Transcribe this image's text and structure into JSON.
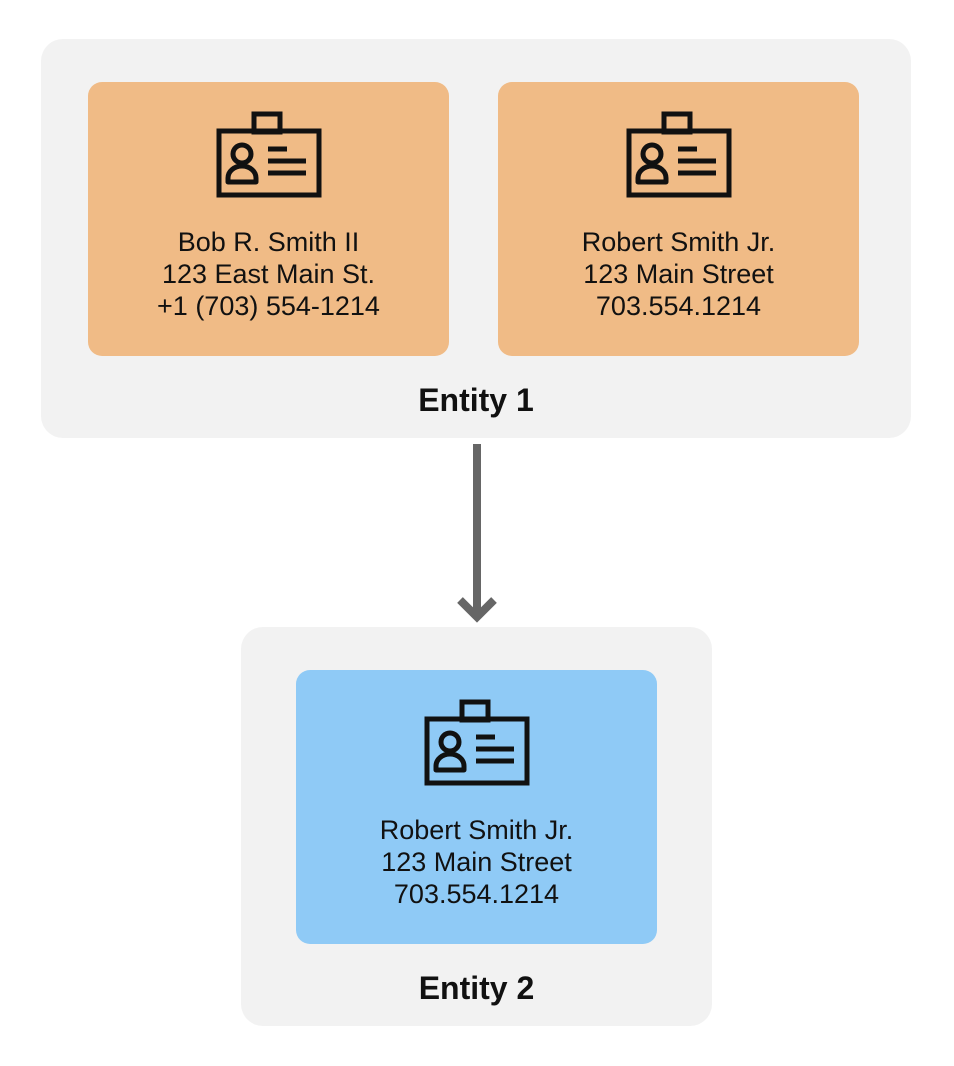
{
  "entities": [
    {
      "label": "Entity 1",
      "records": [
        {
          "name": "Bob R. Smith II",
          "address": "123 East Main St.",
          "phone": "+1 (703) 554-1214"
        },
        {
          "name": "Robert Smith Jr.",
          "address": "123 Main Street",
          "phone": "703.554.1214"
        }
      ]
    },
    {
      "label": "Entity 2",
      "records": [
        {
          "name": "Robert Smith Jr.",
          "address": "123 Main Street",
          "phone": "703.554.1214"
        }
      ]
    }
  ],
  "colors": {
    "group_background": "#f2f2f2",
    "source_record": "#f0bb86",
    "resolved_record": "#8fcaf6",
    "arrow": "#666666",
    "icon_stroke": "#111111"
  },
  "icons": {
    "record": "id-badge-icon",
    "connector": "arrow-down-icon"
  }
}
